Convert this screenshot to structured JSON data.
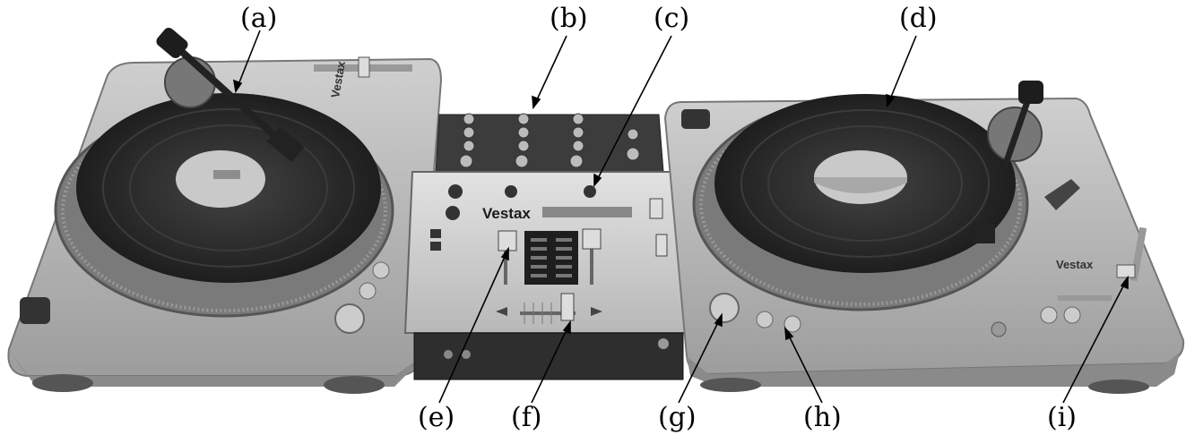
{
  "labels": {
    "a": "(a)",
    "b": "(b)",
    "c": "(c)",
    "d": "(d)",
    "e": "(e)",
    "f": "(f)",
    "g": "(g)",
    "h": "(h)",
    "i": "(i)"
  },
  "brand": {
    "mixer": "Vestax",
    "left_deck": "Vestax",
    "right_deck": "Vestax"
  },
  "colors": {
    "background": "#ffffff",
    "deck_body": "#b9b9b9",
    "platter": "#6e6e6e",
    "record": "#2a2a2a",
    "mixer_panel": "#cfcfcf",
    "mixer_top": "#3c3c3c"
  }
}
